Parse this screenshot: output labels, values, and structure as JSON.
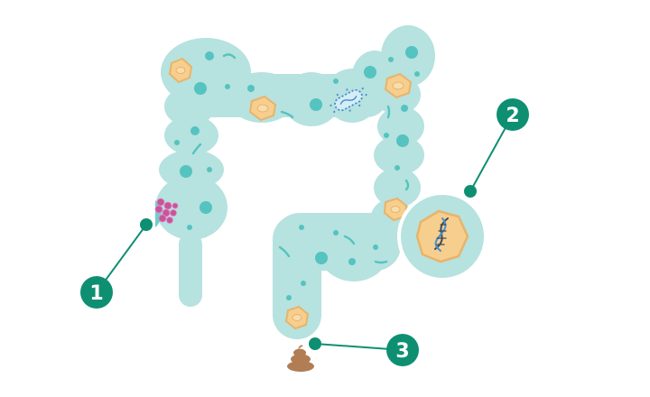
{
  "colors": {
    "colon_fill": "#b6e2df",
    "dot": "#55c3bf",
    "accent": "#0e8f72",
    "cell_fill": "#f6cf8f",
    "cell_border": "#e9b36a",
    "polyp": "#c6559b",
    "bacteria": "#4a8ed0",
    "stool": "#b07d55"
  },
  "icons": {
    "polyp": "polyp-icon",
    "bacterium": "bacterium-icon",
    "dna": "dna-icon",
    "stool": "stool-icon"
  },
  "markers": [
    {
      "label": "1"
    },
    {
      "label": "2"
    },
    {
      "label": "3"
    }
  ]
}
